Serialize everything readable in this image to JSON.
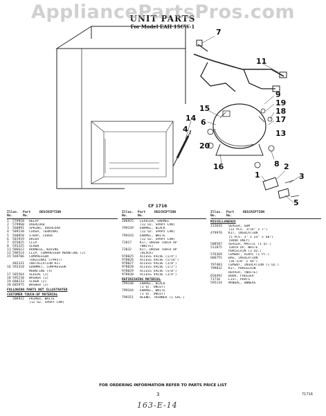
{
  "watermark": "AppliancePartsPros.com",
  "title": "UNIT PARTS",
  "subtitle": "For Model EAH 15CW-1",
  "figure_code": "CF 1716",
  "callouts": [
    "7",
    "11",
    "9",
    "19",
    "18",
    "17",
    "13",
    "15",
    "6",
    "14",
    "4",
    "20",
    "16",
    "8",
    "1",
    "2",
    "3",
    "5"
  ],
  "table_header": {
    "illus": "Illus.",
    "no": "No.",
    "part": "Part",
    "part_no": "No.",
    "description": "DESCRIPTION"
  },
  "col1_rows": [
    {
      "no": "1",
      "pn": "579958",
      "d": "RELAY"
    },
    {
      "no": "2",
      "pn": "579960",
      "d": "OVERLOAD"
    },
    {
      "no": "3",
      "pn": "560891",
      "d": "SPRING, OVERLOAD"
    },
    {
      "no": "4",
      "pn": "589230",
      "d": "COVER, TERMINAL"
    },
    {
      "no": "5",
      "pn": "560850",
      "d": "STRAP, COVER"
    },
    {
      "no": "6",
      "pn": "501919",
      "d": "DRIER"
    },
    {
      "no": "7",
      "pn": "655025",
      "d": "CLIP"
    },
    {
      "no": "8",
      "pn": "593325",
      "d": "SCREW"
    },
    {
      "no": "11",
      "pn": "586612",
      "d": "HARNESS, WIRING"
    },
    {
      "no": "13",
      "pn": "596514",
      "d": "CLIP, COMPRESSOR MOUNTING (2)"
    },
    {
      "no": "15",
      "pn": "569706",
      "d": "COMPRESSOR"
    },
    {
      "no": "",
      "pn": "",
      "d": "(ORIGINAL 579957)"
    },
    {
      "no": "",
      "pn": "482331",
      "d": "INSTALLATION KIT"
    },
    {
      "no": "16",
      "pn": "593318",
      "d": "GROMMET, COMPRESSOR"
    },
    {
      "no": "",
      "pn": "",
      "d": "MOUNTING (4)"
    },
    {
      "no": "17",
      "pn": "585564",
      "d": "SLEEVE (2)"
    },
    {
      "no": "18",
      "pn": "595230",
      "d": "WASHER (2)"
    },
    {
      "no": "19",
      "pn": "680233",
      "d": "SCREW (2)"
    },
    {
      "no": "20",
      "pn": "685975",
      "d": "WASHER (2)"
    }
  ],
  "col1_sections": {
    "not_illustrated": "FOLLOWING PARTS NOT ILLUSTRATED",
    "touch_up": "CUSTOMER TOUCH-UP MATERIAL"
  },
  "col1_after": [
    {
      "no": "",
      "pn": "206922",
      "d": "PRIMER, WHITE"
    },
    {
      "no": "",
      "pn": "",
      "d": "(12 OZ. SPRAY CAN)"
    }
  ],
  "col2_rows": [
    {
      "pn": "206925",
      "d": "LEVELER, ENAMEL"
    },
    {
      "pn": "",
      "d": "(12 OZ. SPRAY CAN)"
    },
    {
      "pn": "799339",
      "d": "ENAMEL, BLACK"
    },
    {
      "pn": "",
      "d": "(12 OZ. SPRAY CAN)"
    },
    {
      "pn": "799343",
      "d": "ENAMEL, WHITE"
    },
    {
      "pn": "",
      "d": "(12 OZ. SPRAY CAN)"
    },
    {
      "pn": "72017",
      "d": "KIT, BRUSH TOUCH UP"
    },
    {
      "pn": "",
      "d": "(WHITE)"
    },
    {
      "pn": "72032",
      "d": "KIT, BRUSH TOUCH UP"
    },
    {
      "pn": "",
      "d": "(BLACK)"
    },
    {
      "pn": "978025",
      "d": "ACCESS VALVE (1/4\")"
    },
    {
      "pn": "978026",
      "d": "ACCESS VALVE (5/16\")"
    },
    {
      "pn": "978027",
      "d": "ACCESS VALVE (3/8\")"
    },
    {
      "pn": "978028",
      "d": "ACCESS VALVE (1/2\")"
    },
    {
      "pn": "978029",
      "d": "ACCESS VALVE (5/8\")"
    },
    {
      "pn": "978030",
      "d": "ACCESS VALVE (3/4\")"
    }
  ],
  "col2_section": "REFINISHING MATERIAL",
  "col2_after": [
    {
      "pn": "799340",
      "d": "ENAMEL, BLACK"
    },
    {
      "pn": "",
      "d": "(1 QT. UNCUT)"
    },
    {
      "pn": "799344",
      "d": "ENAMEL, WHITE"
    },
    {
      "pn": "",
      "d": "(1 QT. UNCUT)"
    },
    {
      "pn": "799351",
      "d": "BLEND, THINNER (1 GAL.)"
    }
  ],
  "col3_section": "MISCELLANEOUS",
  "col3_rows": [
    {
      "pn": "",
      "d": ""
    },
    {
      "pn": "212643",
      "d": "SEALER, GUM"
    },
    {
      "pn": "",
      "d": "(22 PCS. 3/16\" x 7\")"
    },
    {
      "pn": "479976",
      "d": "KIT, INSULATION"
    },
    {
      "pn": "",
      "d": "(5 PCS. 3\" x 24\" x 48\")"
    },
    {
      "pn": "",
      "d": "(DOOR ONLY)"
    },
    {
      "pn": "508587",
      "d": "SEALER, MASTIC (1 QT.)"
    },
    {
      "pn": "511875",
      "d": "TOUCH UP, WHITE"
    },
    {
      "pn": "",
      "d": "PORCELAIN (3 OZ.)"
    },
    {
      "pn": "576369",
      "d": "CEMENT, VINYL (1 PT.)"
    },
    {
      "pn": "606755",
      "d": "BAG, INSULATION"
    },
    {
      "pn": "",
      "d": "(36-3/8\" x 46\")"
    },
    {
      "pn": "797403",
      "d": "CEMENT, INSULATION (1 OZ.)"
    },
    {
      "pn": "799832",
      "d": "KIT, PORCELAIN"
    },
    {
      "pn": "",
      "d": "REPAIR, (WHITE)"
    },
    {
      "pn": "656492",
      "d": "BOOK, FREEZER"
    },
    {
      "pn": "71716",
      "d": "LIST, PARTS"
    },
    {
      "pn": "595134",
      "d": "MANUAL, OWNERS"
    }
  ],
  "footer": "FOR ORDERING INFORMATION REFER TO PARTS PRICE LIST",
  "page_number": "3",
  "corner_code": "71716",
  "handwritten": "163-E-14"
}
